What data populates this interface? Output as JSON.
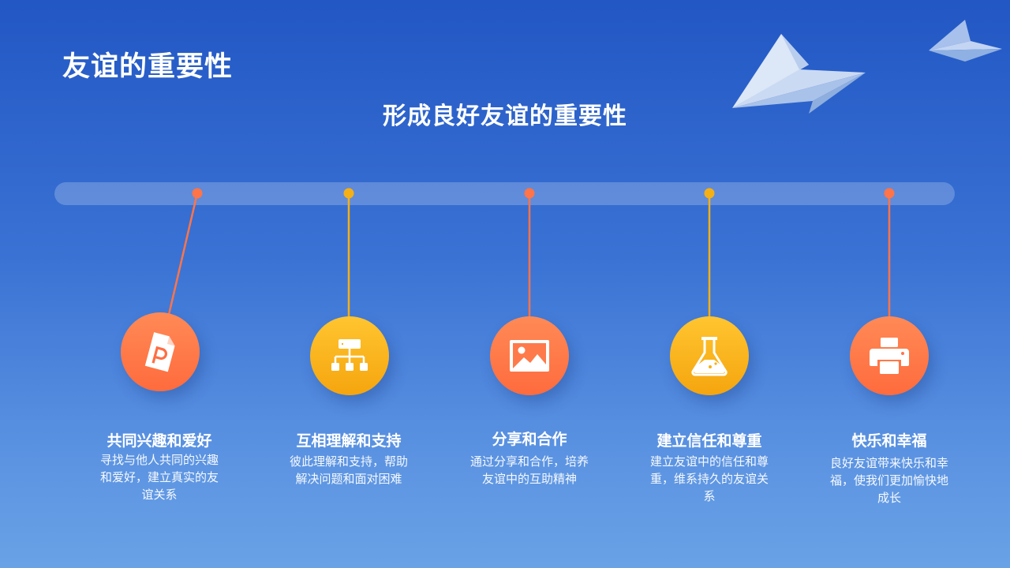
{
  "header": {
    "title": "友谊的重要性",
    "subtitle": "形成良好友谊的重要性"
  },
  "colors": {
    "orange": "#ff6e42",
    "yellow": "#f5b015",
    "background_top": "#2257c4",
    "background_bottom": "#6aa2e6"
  },
  "items": [
    {
      "title": "共同兴趣和爱好",
      "description": "寻找与他人共同的兴趣和爱好，建立真实的友谊关系",
      "icon": "powerpoint-file-icon",
      "color": "orange"
    },
    {
      "title": "互相理解和支持",
      "description": "彼此理解和支持，帮助解决问题和面对困难",
      "icon": "hierarchy-icon",
      "color": "yellow"
    },
    {
      "title": "分享和合作",
      "description": "通过分享和合作，培养友谊中的互助精神",
      "icon": "image-icon",
      "color": "orange"
    },
    {
      "title": "建立信任和尊重",
      "description": "建立友谊中的信任和尊重，维系持久的友谊关系",
      "icon": "flask-icon",
      "color": "yellow"
    },
    {
      "title": "快乐和幸福",
      "description": "良好友谊带来快乐和幸福，使我们更加愉快地成长",
      "icon": "printer-icon",
      "color": "orange"
    }
  ]
}
